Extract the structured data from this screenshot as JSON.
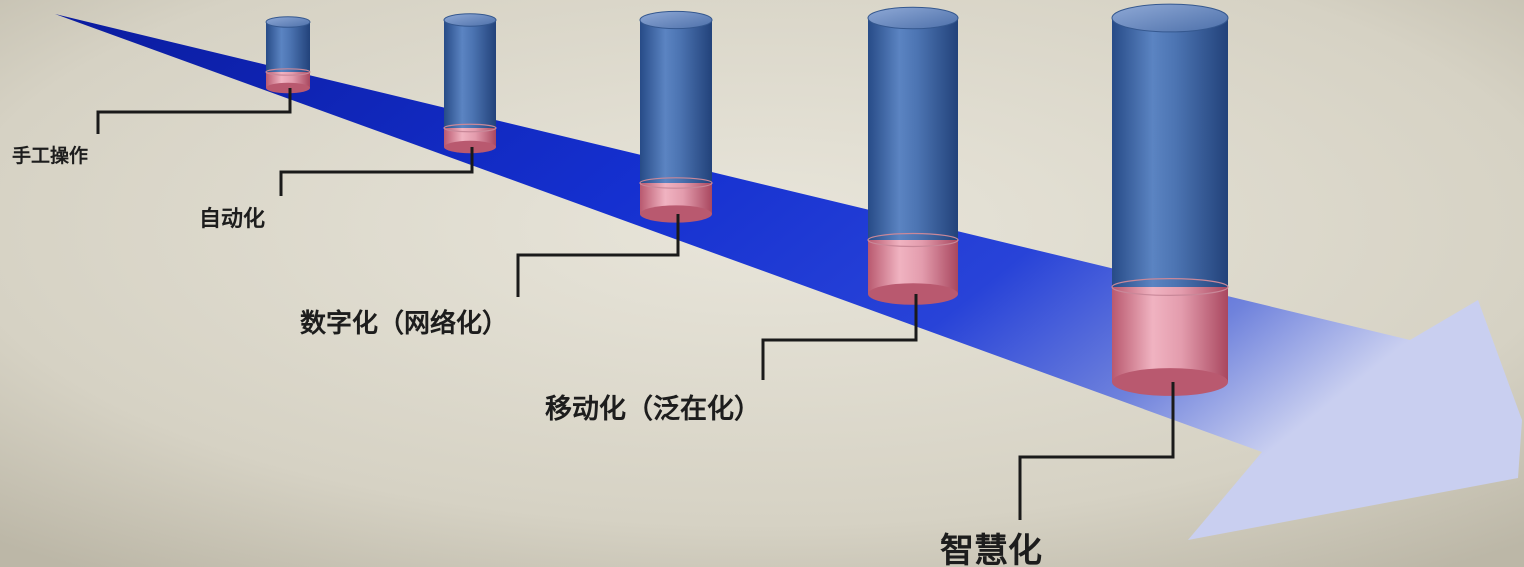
{
  "colors": {
    "background_light": "#e6e3d8",
    "background_dark": "#c9c4b5",
    "arrow_dark": "#0a1fb0",
    "arrow_mid": "#1d33d8",
    "arrow_light": "#b9c2ee",
    "cylinder_blue": "#4f76b5",
    "cylinder_blue_dark": "#274b87",
    "cylinder_pink": "#e2a0b0",
    "cylinder_pink_dark": "#b9596f",
    "text": "#1d1d1d"
  },
  "stages": [
    {
      "label": "手工操作"
    },
    {
      "label": "自动化"
    },
    {
      "label": "数字化（网络化）"
    },
    {
      "label": "移动化（泛在化）"
    },
    {
      "label": "智慧化"
    }
  ]
}
